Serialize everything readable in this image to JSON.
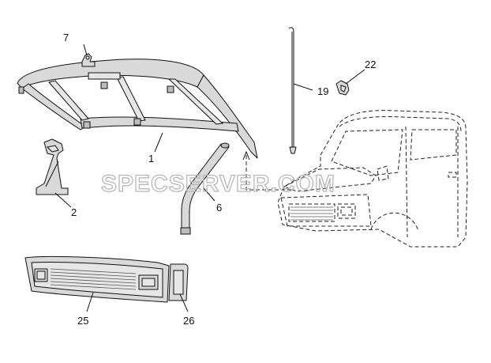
{
  "callouts": {
    "c1": "1",
    "c2": "2",
    "c6": "6",
    "c7": "7",
    "c19": "19",
    "c22": "22",
    "c25": "25",
    "c26": "26"
  },
  "watermark": "SPECSERVER.COM"
}
